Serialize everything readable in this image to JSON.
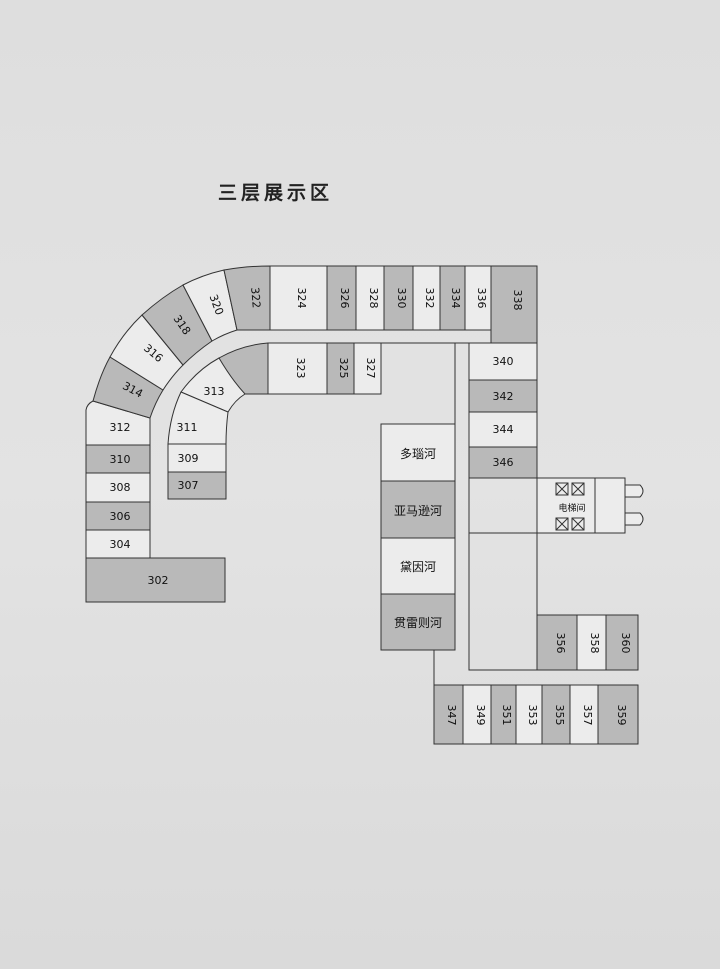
{
  "title": "三层展示区",
  "elevator_label": "电梯间",
  "rooms": {
    "r302": "302",
    "r304": "304",
    "r306": "306",
    "r308": "308",
    "r310": "310",
    "r312": "312",
    "r314": "314",
    "r316": "316",
    "r318": "318",
    "r320": "320",
    "r322": "322",
    "r324": "324",
    "r326": "326",
    "r328": "328",
    "r330": "330",
    "r332": "332",
    "r334": "334",
    "r336": "336",
    "r338": "338",
    "r340": "340",
    "r342": "342",
    "r344": "344",
    "r346": "346",
    "r307": "307",
    "r309": "309",
    "r311": "311",
    "r313": "313",
    "r323": "323",
    "r325": "325",
    "r327": "327",
    "r347": "347",
    "r349": "349",
    "r351": "351",
    "r353": "353",
    "r355": "355",
    "r357": "357",
    "r359": "359",
    "r356": "356",
    "r358": "358",
    "r360": "360"
  },
  "halls": {
    "h1": "多瑙河",
    "h2": "亚马逊河",
    "h3": "黛因河",
    "h4": "贯雷则河"
  },
  "colors": {
    "dark_booth": "#b9b9b9",
    "light_booth": "#ececec",
    "outline": "#333333"
  }
}
